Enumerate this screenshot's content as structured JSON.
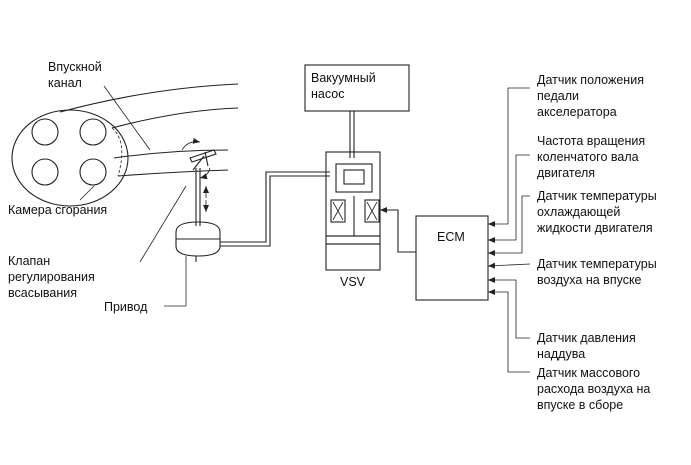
{
  "diagram": {
    "left_labels": {
      "intake_line1": "Впускной",
      "intake_line2": "канал",
      "combustion": "Камера сгорания",
      "valve_line1": "Клапан",
      "valve_line2": "регулирования",
      "valve_line3": "всасывания",
      "actuator": "Привод"
    },
    "vacuum_pump": {
      "line1": "Вакуумный",
      "line2": "насос"
    },
    "vsv": "VSV",
    "ecm": "ECM",
    "sensors": [
      {
        "line1": "Датчик положения",
        "line2": "педали",
        "line3": "акселератора"
      },
      {
        "line1": "Частота вращения",
        "line2": "коленчатого вала",
        "line3": "двигателя"
      },
      {
        "line1": "Датчик температуры",
        "line2": "охлаждающей",
        "line3": "жидкости двигателя"
      },
      {
        "line1": "Датчик температуры",
        "line2": "воздуха на впуске"
      },
      {
        "line1": "Датчик давления",
        "line2": "наддува"
      },
      {
        "line1": "Датчик массового",
        "line2": "расхода воздуха на",
        "line3": "впуске в сборе"
      }
    ]
  }
}
